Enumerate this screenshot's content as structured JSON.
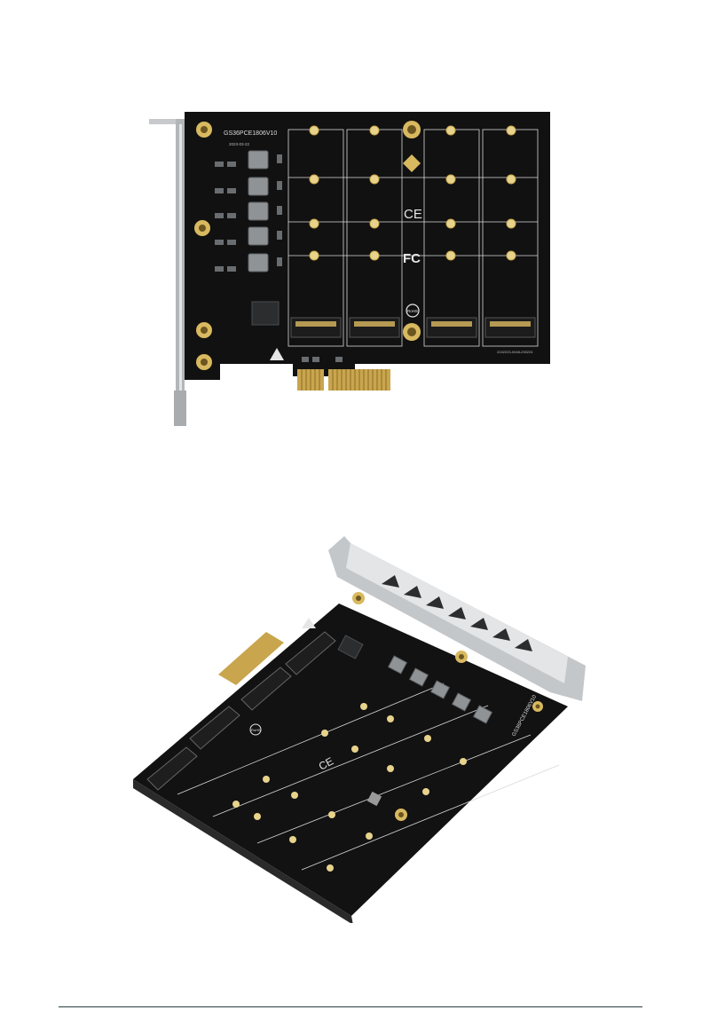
{
  "product_photos": [
    {
      "view": "top",
      "board": {
        "model_label": "GS36PCE1806V10",
        "date_label": "2023-03-22",
        "serial_label": "2242223-0048-230224",
        "certification_marks": [
          "CE",
          "FC",
          "RoHS"
        ],
        "m2_slot_count": 4
      }
    },
    {
      "view": "angled",
      "board": {
        "model_label": "GS36PCE1806V10",
        "certification_marks": [
          "CE",
          "RoHS"
        ],
        "m2_slot_count": 4
      }
    }
  ],
  "colors": {
    "pcb": "#111111",
    "gold": "#d4b25a",
    "bracket": "#b9bcbf",
    "slot_line": "#d9d9d9",
    "footer_rule": "#2a3b44"
  }
}
